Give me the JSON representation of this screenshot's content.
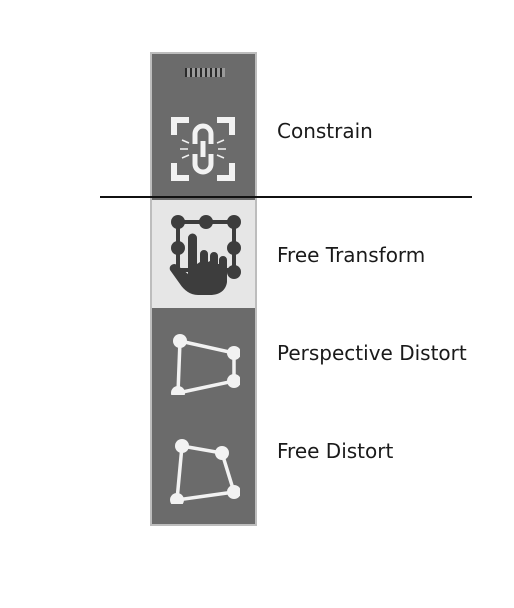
{
  "colors": {
    "toolbar_bg": "#6b6b6b",
    "toolbar_border": "#bdbdbd",
    "selected_tool_bg": "#e6e6e6",
    "icon_light": "#f2f2f2",
    "icon_dark": "#3d3d3d",
    "label_text": "#1a1a1a"
  },
  "tools": [
    {
      "id": "constrain",
      "label": "Constrain",
      "icon": "constrain-link-icon",
      "selected": false
    },
    {
      "id": "free-transform",
      "label": "Free Transform",
      "icon": "free-transform-hand-icon",
      "selected": true
    },
    {
      "id": "perspective-distort",
      "label": "Perspective Distort",
      "icon": "perspective-distort-icon",
      "selected": false
    },
    {
      "id": "free-distort",
      "label": "Free Distort",
      "icon": "free-distort-icon",
      "selected": false
    }
  ]
}
